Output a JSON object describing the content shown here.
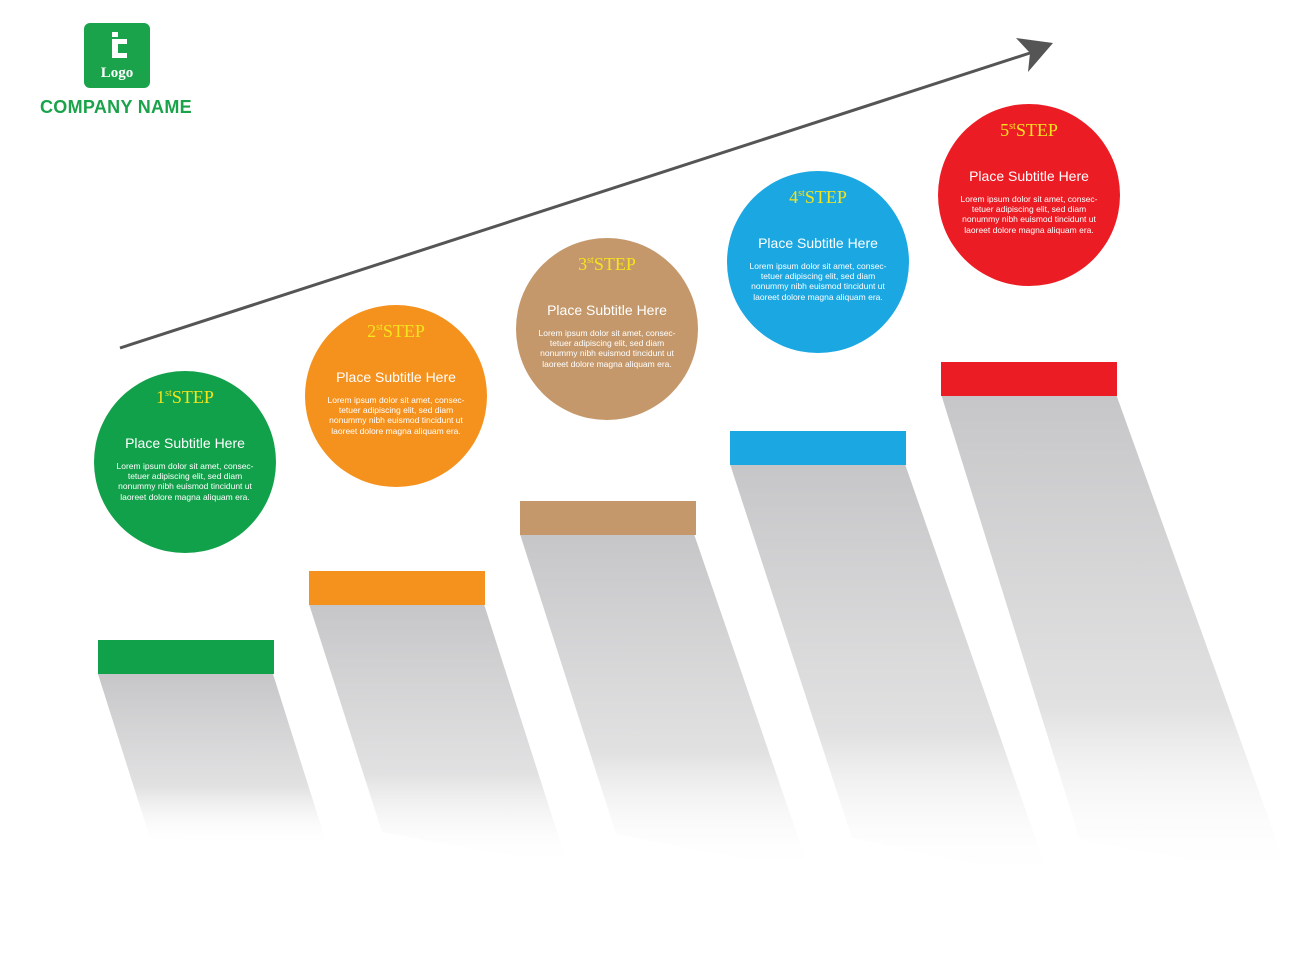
{
  "logo": {
    "text": "Logo",
    "company_name": "COMPANY NAME",
    "color": "#1aa34a"
  },
  "steps": [
    {
      "number": "1",
      "suffix": "st",
      "title": "STEP",
      "subtitle": "Place Subtitle Here",
      "body": "Lorem ipsum dolor sit amet, consec-tetuer adipiscing elit, sed diam nonummy nibh euismod tincidunt ut laoreet dolore magna aliquam era.",
      "color": "#12a14b"
    },
    {
      "number": "2",
      "suffix": "st",
      "title": "STEP",
      "subtitle": "Place Subtitle Here",
      "body": "Lorem ipsum dolor sit amet, consec-tetuer adipiscing elit, sed diam nonummy nibh euismod tincidunt ut laoreet dolore magna aliquam era.",
      "color": "#f5921e"
    },
    {
      "number": "3",
      "suffix": "st",
      "title": "STEP",
      "subtitle": "Place Subtitle Here",
      "body": "Lorem ipsum dolor sit amet, consec-tetuer adipiscing elit, sed diam nonummy nibh euismod tincidunt ut laoreet dolore magna aliquam era.",
      "color": "#c4986b"
    },
    {
      "number": "4",
      "suffix": "st",
      "title": "STEP",
      "subtitle": "Place Subtitle Here",
      "body": "Lorem ipsum dolor sit amet, consec-tetuer adipiscing elit, sed diam nonummy nibh euismod tincidunt ut laoreet dolore magna aliquam era.",
      "color": "#1ba7e2"
    },
    {
      "number": "5",
      "suffix": "st",
      "title": "STEP",
      "subtitle": "Place Subtitle Here",
      "body": "Lorem ipsum dolor sit amet, consec-tetuer adipiscing elit, sed diam nonummy nibh euismod tincidunt ut laoreet dolore magna aliquam era.",
      "color": "#ec1c24"
    }
  ],
  "arrow_color": "#555555",
  "shadow_color": "#c8c8ca"
}
